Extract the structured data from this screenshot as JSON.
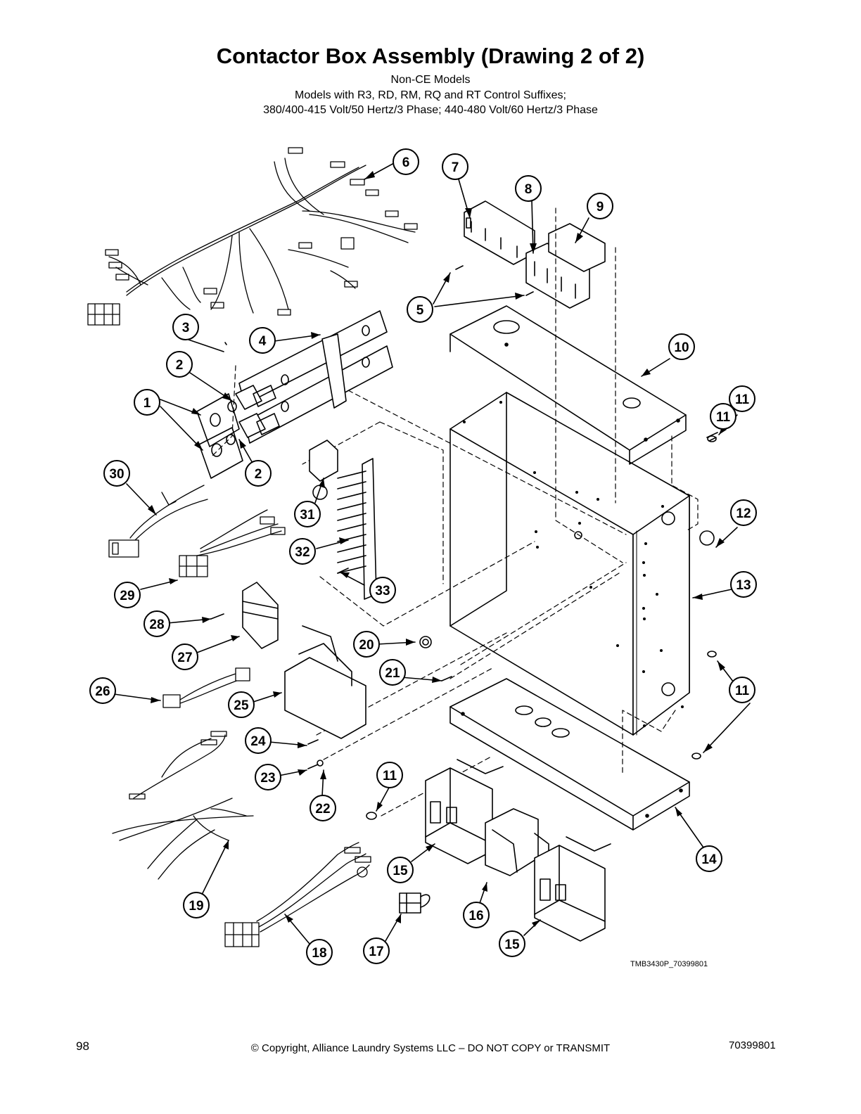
{
  "header": {
    "title": "Contactor Box Assembly (Drawing 2 of 2)",
    "subtitle_1": "Non-CE Models",
    "subtitle_2": "Models with R3, RD, RM, RQ and RT Control Suffixes;",
    "subtitle_3": "380/400-415 Volt/50 Hertz/3 Phase; 440-480 Volt/60 Hertz/3 Phase"
  },
  "diagram": {
    "drawing_id": "TMB3430P_70399801",
    "callouts": [
      "1",
      "2",
      "2",
      "3",
      "4",
      "5",
      "6",
      "7",
      "8",
      "9",
      "10",
      "11",
      "11",
      "11",
      "11",
      "12",
      "13",
      "14",
      "15",
      "15",
      "16",
      "17",
      "18",
      "19",
      "20",
      "21",
      "22",
      "23",
      "24",
      "25",
      "26",
      "27",
      "28",
      "29",
      "30",
      "31",
      "32",
      "33"
    ]
  },
  "footer": {
    "page_number": "98",
    "copyright": "© Copyright, Alliance Laundry Systems LLC – DO NOT COPY or TRANSMIT",
    "doc_number": "70399801"
  }
}
